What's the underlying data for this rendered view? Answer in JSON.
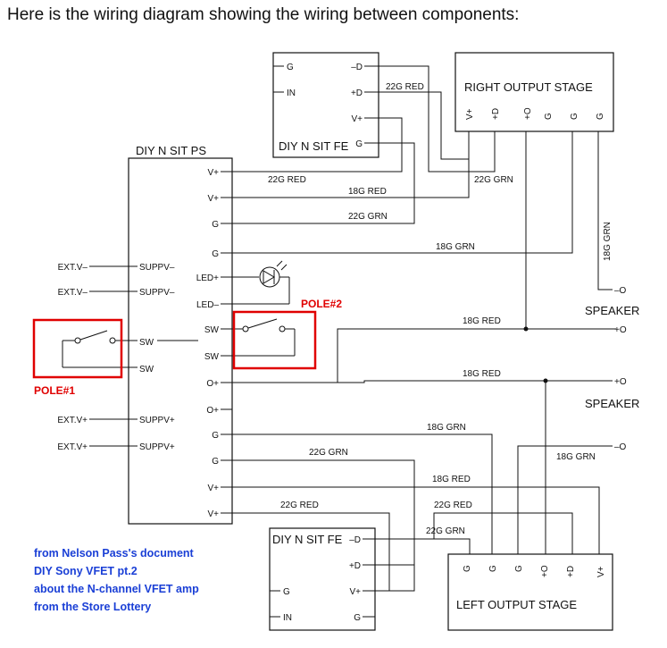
{
  "title": "Here is the wiring diagram showing the wiring between components:",
  "ps": {
    "title": "DIY  N SIT PS",
    "left_pins": [
      "SUPPV–",
      "SUPPV–",
      "SW",
      "SW",
      "SUPPV+",
      "SUPPV+"
    ],
    "right_pins": [
      "V+",
      "V+",
      "G",
      "G",
      "LED+",
      "LED–",
      "SW",
      "SW",
      "O+",
      "O+",
      "G",
      "G",
      "V+",
      "V+"
    ]
  },
  "ext": [
    "EXT.V–",
    "EXT.V–",
    "EXT.V+",
    "EXT.V+"
  ],
  "fe_top": {
    "title": "DIY N SIT FE",
    "left_pins": [
      "G",
      "IN"
    ],
    "right_pins": [
      "–D",
      "+D",
      "V+",
      "G"
    ]
  },
  "fe_bottom": {
    "title": "DIY N SIT FE",
    "right_pins": [
      "–D",
      "+D",
      "V+",
      "G"
    ],
    "left_pins": [
      "G",
      "IN"
    ]
  },
  "right_stage": {
    "title": "RIGHT OUTPUT STAGE",
    "pins": [
      "V+",
      "+D",
      "+O",
      "G",
      "G",
      "G"
    ]
  },
  "left_stage": {
    "title": "LEFT OUTPUT STAGE",
    "pins": [
      "G",
      "G",
      "G",
      "+O",
      "+D",
      "V+"
    ]
  },
  "speakers": [
    {
      "label": "SPEAKER",
      "terminals": [
        "–O",
        "+O"
      ]
    },
    {
      "label": "SPEAKER",
      "terminals": [
        "+O",
        "–O"
      ]
    }
  ],
  "wires": {
    "w1": "22G RED",
    "w2": "22G RED",
    "w3": "18G RED",
    "w4": "22G GRN",
    "w5": "22G GRN",
    "w6": "18G GRN",
    "w7": "18G GRN",
    "w8": "18G RED",
    "w9": "18G RED",
    "w10": "18G GRN",
    "w11": "18G GRN",
    "w12": "22G GRN",
    "w13": "18G RED",
    "w14": "22G RED",
    "w15": "22G RED",
    "w16": "22G GRN"
  },
  "poles": [
    "POLE#1",
    "POLE#2"
  ],
  "credit": [
    "from Nelson Pass's document",
    "DIY Sony VFET pt.2",
    "about the N-channel VFET amp",
    "from the Store Lottery"
  ]
}
